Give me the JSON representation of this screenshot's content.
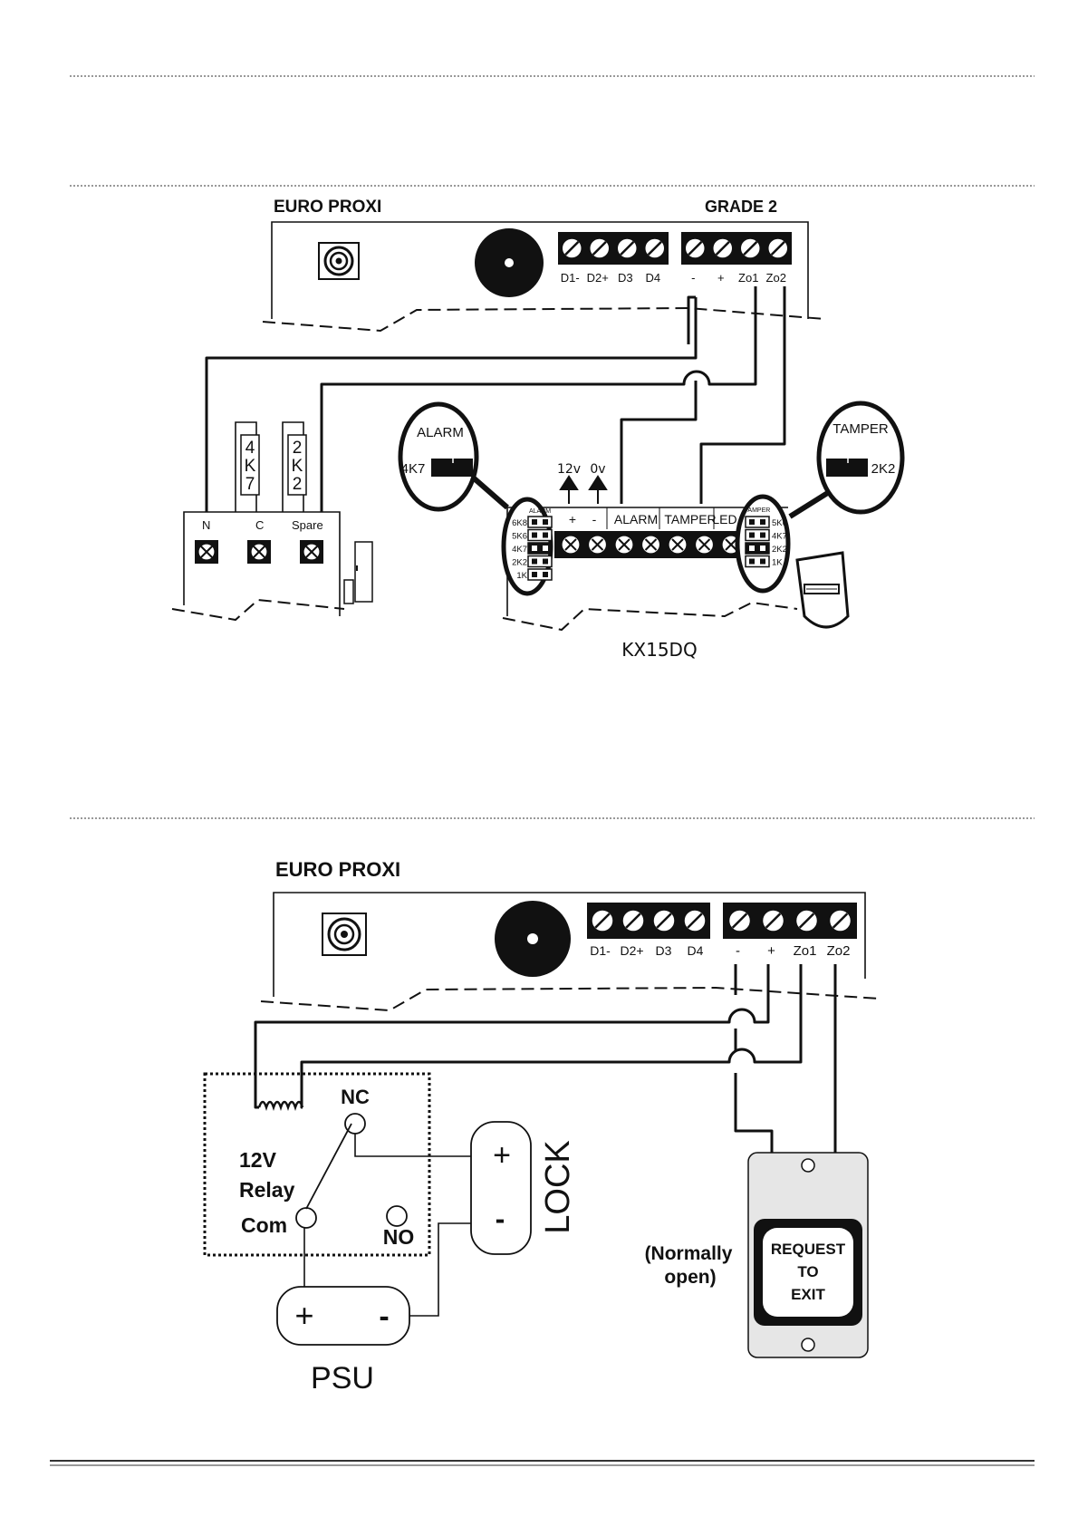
{
  "diagram1": {
    "title": "EURO PROXI",
    "grade": "GRADE 2",
    "data_terminals": [
      "D1-",
      "D2+",
      "D3",
      "D4"
    ],
    "power_terminals": [
      "-",
      "+",
      "Zo1",
      "Zo2"
    ],
    "alarm_callout": "ALARM",
    "alarm_value": "4K7",
    "tamper_callout": "TAMPER",
    "tamper_value": "2K2",
    "resistor_1": "4K7",
    "resistor_2": "2K2",
    "contact_terminals": [
      "N",
      "C",
      "Spare"
    ],
    "supply_12v": "12v",
    "supply_0v": "0v",
    "detector_terminals": [
      "+",
      "-",
      "ALARM",
      "TAMPER",
      "LED"
    ],
    "alarm_jumper_label": "ALARM",
    "alarm_jumper_values": [
      "6K8",
      "5K6",
      "4K7",
      "2K2",
      "1K"
    ],
    "tamper_jumper_label": "TAMPER",
    "tamper_jumper_values": [
      "5K6",
      "4K7",
      "2K2",
      "1K"
    ],
    "detector_model": "KX15DQ"
  },
  "diagram2": {
    "title": "EURO PROXI",
    "data_terminals": [
      "D1-",
      "D2+",
      "D3",
      "D4"
    ],
    "power_terminals": [
      "-",
      "+",
      "Zo1",
      "Zo2"
    ],
    "relay_nc": "NC",
    "relay_name_line1": "12V",
    "relay_name_line2": "Relay",
    "relay_com": "Com",
    "relay_no": "NO",
    "lock_label": "LOCK",
    "lock_plus": "+",
    "lock_minus": "-",
    "psu_label": "PSU",
    "psu_plus": "+",
    "psu_minus": "-",
    "button_note_line1": "(Normally",
    "button_note_line2": "open)",
    "button_line1": "REQUEST",
    "button_line2": "TO",
    "button_line3": "EXIT"
  }
}
